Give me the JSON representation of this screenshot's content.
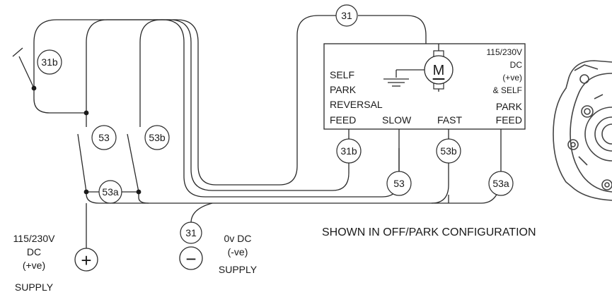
{
  "terminals": {
    "top_31": "31",
    "sw_31b": "31b",
    "sw_53": "53",
    "sw_53b": "53b",
    "sw_53a": "53a",
    "box_31b": "31b",
    "box_53": "53",
    "box_53b": "53b",
    "box_53a": "53a",
    "neg_31": "31"
  },
  "motor_box": {
    "motor_symbol": "M",
    "left_lines": [
      "SELF",
      "PARK",
      "REVERSAL",
      "FEED"
    ],
    "right_lines": [
      "115/230V",
      "DC",
      "(+ve)",
      "& SELF",
      "PARK",
      "FEED"
    ],
    "slow_label": "SLOW",
    "fast_label": "FAST"
  },
  "supply_positive": {
    "lines": [
      "115/230V",
      "DC",
      "(+ve)",
      "SUPPLY"
    ],
    "symbol": "+"
  },
  "supply_negative": {
    "lines": [
      "0v DC",
      "(-ve)",
      "SUPPLY"
    ],
    "symbol": "−"
  },
  "caption": "SHOWN IN OFF/PARK CONFIGURATION",
  "icons": {
    "motor_photo": "wiper-motor-illustration-icon",
    "ground": "ground-icon"
  }
}
